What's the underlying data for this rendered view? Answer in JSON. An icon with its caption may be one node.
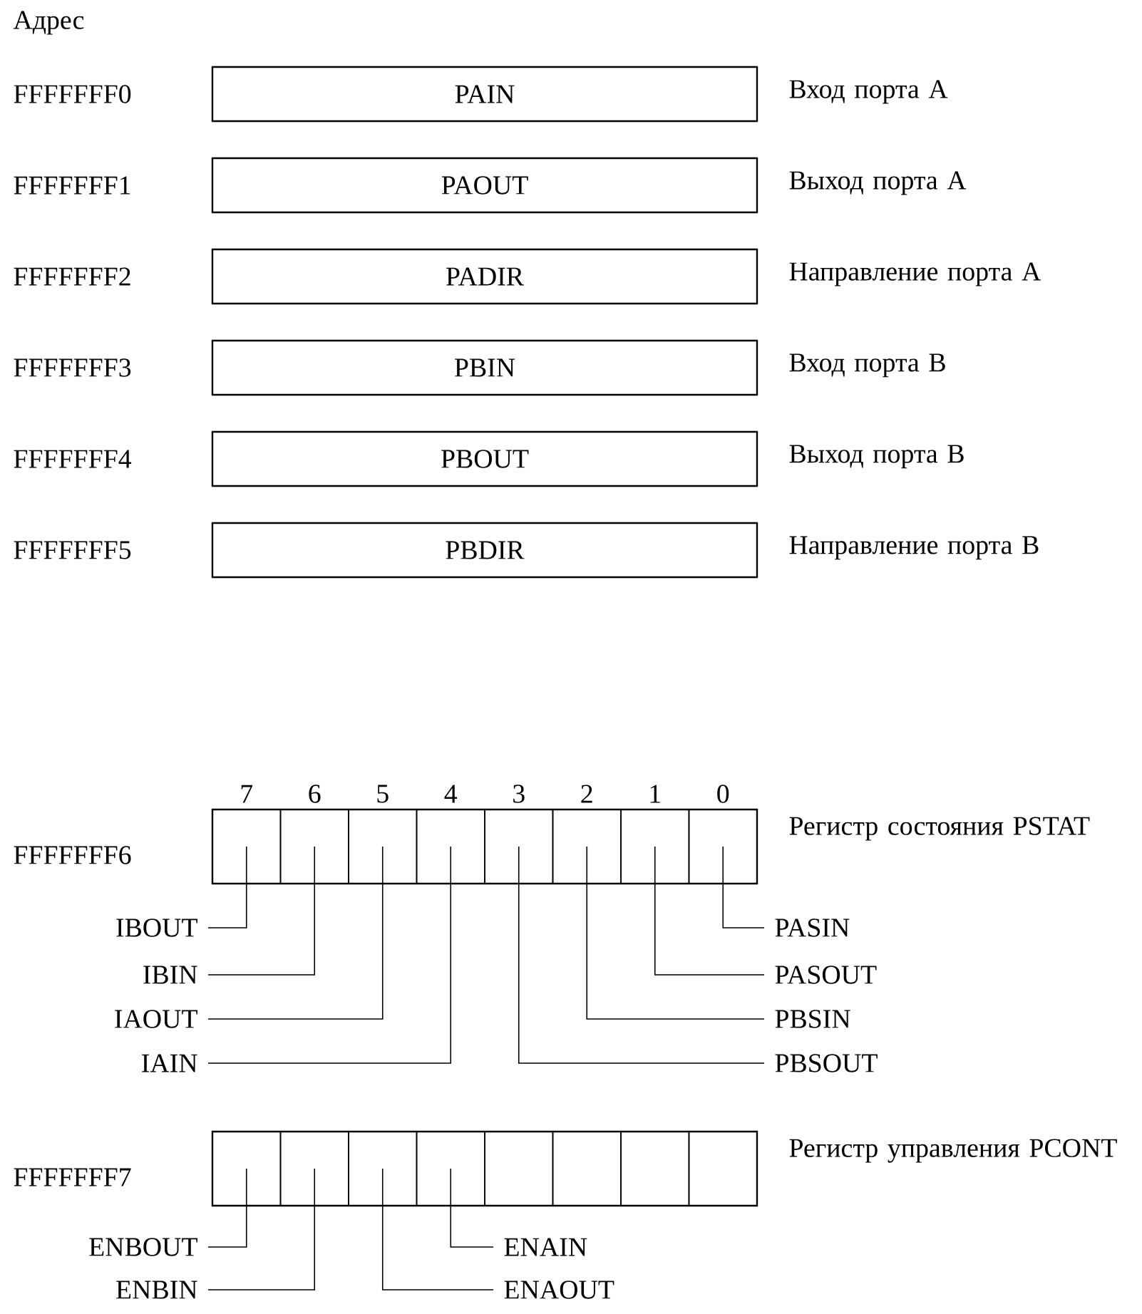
{
  "diagram": {
    "nodes": [
      {
        "text": [
          "PAIN"
        ],
        "beside": [
          "FFFFFFF0",
          "Вход порта A"
        ]
      },
      {
        "text": [
          "PAOUT"
        ],
        "beside": [
          "FFFFFFF1",
          "Выход порта A"
        ]
      },
      {
        "text": [
          "PADIR"
        ],
        "beside": [
          "FFFFFFF2",
          "Направление порта A"
        ]
      },
      {
        "text": [
          "PBIN"
        ],
        "beside": [
          "FFFFFFF3",
          "Вход порта B"
        ]
      },
      {
        "text": [
          "PBOUT"
        ],
        "beside": [
          "FFFFFFF4",
          "Выход порта B"
        ]
      },
      {
        "text": [
          "PBDIR"
        ],
        "beside": [
          "FFFFFFF5",
          "Направление порта B"
        ]
      },
      {
        "text": [],
        "shape": "box",
        "beside": [
          "FFFFFFF6",
          "Регистр состояния PSTAT"
        ]
      },
      {
        "text": [],
        "shape": "box",
        "in": 6
      },
      {
        "text": [],
        "shape": "box",
        "in": 6
      },
      {
        "text": [],
        "shape": "box",
        "in": 6
      },
      {
        "text": [],
        "shape": "box",
        "in": 6
      },
      {
        "text": [],
        "shape": "box",
        "in": 6
      },
      {
        "text": [],
        "shape": "box",
        "in": 6
      },
      {
        "text": [],
        "shape": "box",
        "in": 6
      },
      {
        "text": [],
        "shape": "box",
        "in": 6
      },
      {
        "text": [
          "IBOUT"
        ]
      },
      {
        "text": [
          "PASIN"
        ]
      },
      {
        "text": [
          "IBIN"
        ]
      },
      {
        "text": [
          "PASOUT"
        ]
      },
      {
        "text": [
          "IAOUT"
        ]
      },
      {
        "text": [
          "PBSIN"
        ]
      },
      {
        "text": [
          "IAIN"
        ]
      },
      {
        "text": [
          "PBSOUT"
        ]
      },
      {
        "text": [],
        "shape": "box",
        "beside": [
          "FFFFFFF7",
          "Регистр управления PCONT"
        ]
      },
      {
        "text": [],
        "shape": "box",
        "in": 23
      },
      {
        "text": [],
        "shape": "box",
        "in": 23
      },
      {
        "text": [],
        "shape": "box",
        "in": 23
      },
      {
        "text": [],
        "shape": "box",
        "in": 23
      },
      {
        "text": [],
        "shape": "box",
        "in": 23
      },
      {
        "text": [],
        "shape": "box",
        "in": 23
      },
      {
        "text": [],
        "shape": "box",
        "in": 23
      },
      {
        "text": [],
        "shape": "box",
        "in": 23
      },
      {
        "text": [
          "ENBOUT"
        ]
      },
      {
        "text": [
          "ENAIN"
        ]
      },
      {
        "text": [
          "ENBIN"
        ]
      },
      {
        "text": [
          "ENAOUT"
        ]
      }
    ],
    "edges": [
      {
        "from": 15,
        "to": 7,
        "arrow": "none"
      },
      {
        "from": 16,
        "to": 14,
        "arrow": "none"
      },
      {
        "from": 17,
        "to": 8,
        "arrow": "none"
      },
      {
        "from": 18,
        "to": 13,
        "arrow": "none"
      },
      {
        "from": 19,
        "to": 9,
        "arrow": "none"
      },
      {
        "from": 20,
        "to": 12,
        "arrow": "none"
      },
      {
        "from": 21,
        "to": 10,
        "arrow": "none"
      },
      {
        "from": 22,
        "to": 11,
        "arrow": "none"
      },
      {
        "from": 32,
        "to": 24,
        "arrow": "none"
      },
      {
        "from": 33,
        "to": 27,
        "arrow": "none"
      },
      {
        "from": 34,
        "to": 25,
        "arrow": "none"
      },
      {
        "from": 35,
        "to": 26,
        "arrow": "none"
      }
    ],
    "labels": [
      "Адрес",
      "7",
      "6",
      "5",
      "4",
      "3",
      "2",
      "1",
      "0"
    ]
  }
}
